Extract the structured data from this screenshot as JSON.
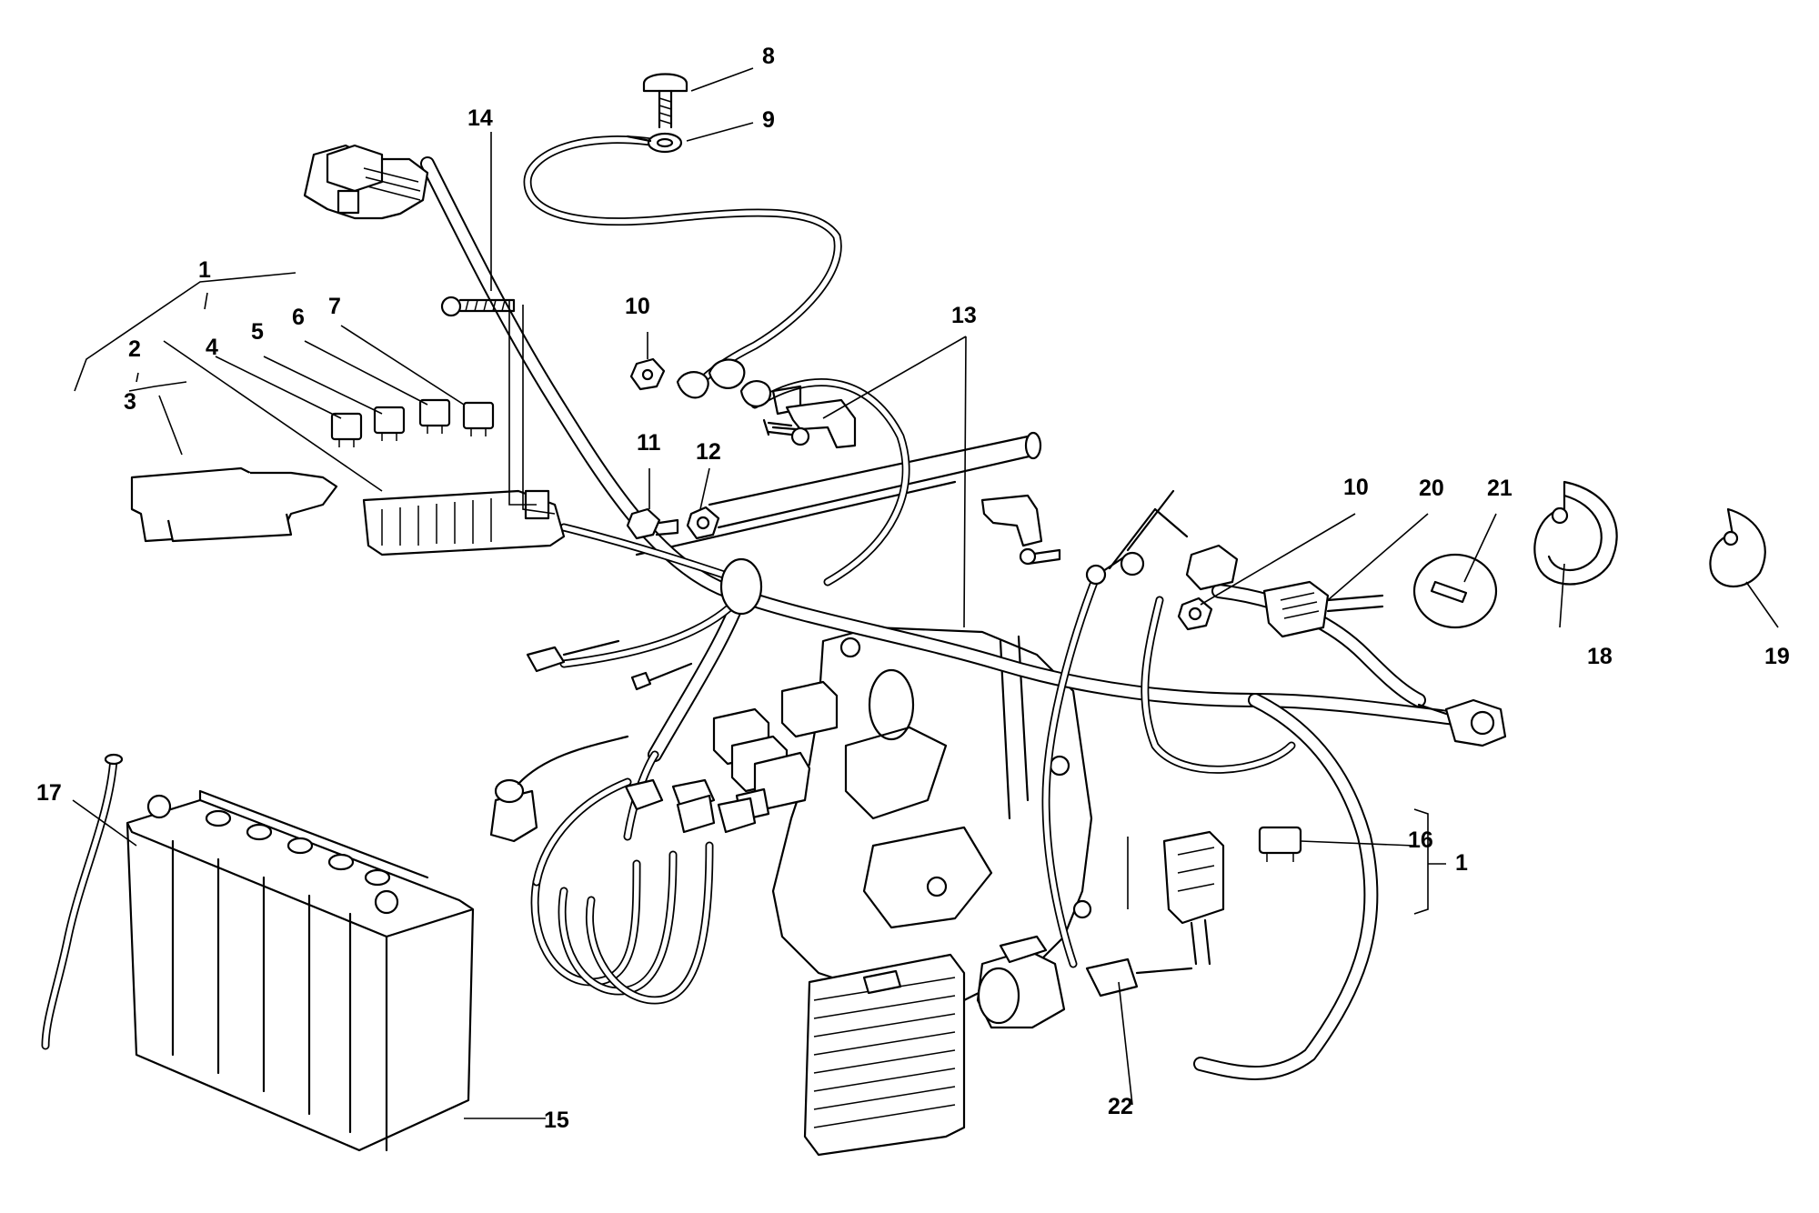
{
  "callouts": {
    "c1_top": "1",
    "c2": "2",
    "c3": "3",
    "c4": "4",
    "c5": "5",
    "c6": "6",
    "c7": "7",
    "c8": "8",
    "c9": "9",
    "c10_left": "10",
    "c10_right": "10",
    "c11": "11",
    "c12": "12",
    "c13": "13",
    "c14": "14",
    "c15": "15",
    "c16": "16",
    "c1_right": "1",
    "c17": "17",
    "c18": "18",
    "c19": "19",
    "c20": "20",
    "c21": "21",
    "c22": "22"
  }
}
